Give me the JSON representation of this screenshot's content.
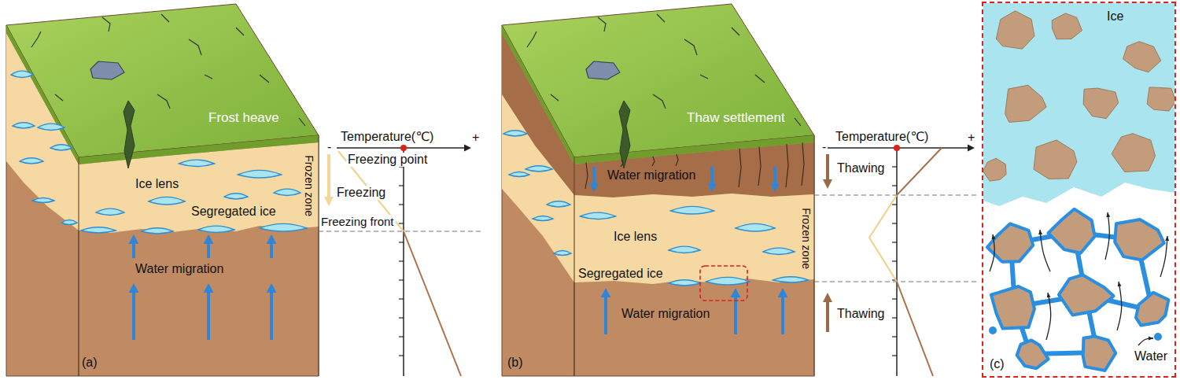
{
  "diagram": {
    "nodes": [
      {
        "text": [
          "Ice",
          "Water",
          "(c)"
        ]
      }
    ],
    "labels": [
      "Frost heave",
      "Ice lens",
      "Segregated ice",
      "Water migration",
      "Frozen zone",
      "(a)",
      "Temperature(℃)",
      "-",
      "+",
      "Freezing point",
      "Freezing",
      "Freezing front",
      "Thaw settlement",
      "Water migration",
      "Ice lens",
      "Segregated ice",
      "Water migration",
      "Frozen zone",
      "(b)",
      "Temperature(℃)",
      "-",
      "+",
      "Thawing",
      "Thawing"
    ]
  }
}
